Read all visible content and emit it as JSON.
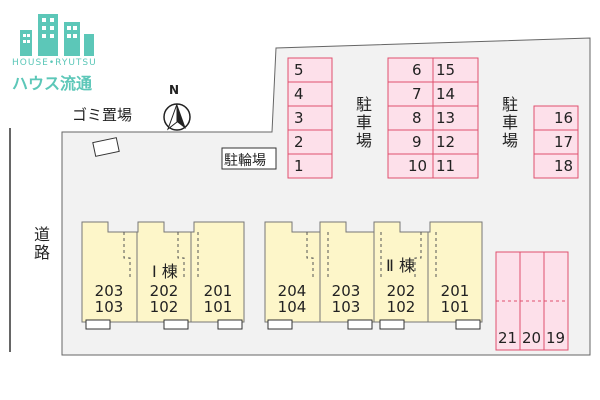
{
  "brand": {
    "name_en": "HOUSE•RYUTSU",
    "name_jp": "ハウス流通",
    "color": "#5cc7b8"
  },
  "labels": {
    "road": "道路",
    "garbage": "ゴミ置場",
    "bicycle": "駐輪場",
    "parking_left": "駐車場",
    "parking_right": "駐車場",
    "compass_n": "N",
    "building_1": "Ⅰ 棟",
    "building_2": "Ⅱ 棟"
  },
  "parking": {
    "col_a": [
      "5",
      "4",
      "3",
      "2",
      "1"
    ],
    "col_b": [
      "6",
      "7",
      "8",
      "9",
      "10"
    ],
    "col_c": [
      "15",
      "14",
      "13",
      "12",
      "11"
    ],
    "col_d": [
      "16",
      "17",
      "18"
    ],
    "bottom": [
      "21",
      "20",
      "19"
    ]
  },
  "buildings": {
    "b1_units": [
      {
        "upper": "203",
        "lower": "103"
      },
      {
        "upper": "202",
        "lower": "102"
      },
      {
        "upper": "201",
        "lower": "101"
      }
    ],
    "b2_units": [
      {
        "upper": "204",
        "lower": "104"
      },
      {
        "upper": "203",
        "lower": "103"
      },
      {
        "upper": "202",
        "lower": "102"
      },
      {
        "upper": "201",
        "lower": "101"
      }
    ]
  },
  "colors": {
    "lot": "#f2f2f2",
    "parking_fill": "#fde0ea",
    "parking_stroke": "#e0506e",
    "building_fill": "#fdf6c9"
  }
}
